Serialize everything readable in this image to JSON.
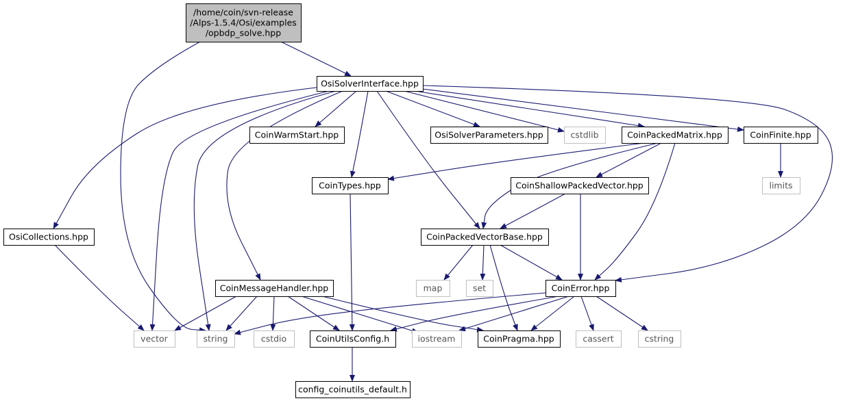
{
  "colors": {
    "edge": "#191970",
    "node_border": "#000000",
    "external_border": "#bfbfbf",
    "root_fill": "#bfbfbf",
    "node_fill": "#ffffff"
  },
  "nodes": [
    {
      "id": "root",
      "lines": [
        "/home/coin/svn-release",
        "/Alps-1.5.4/Osi/examples",
        "/opbdp_solve.hpp"
      ],
      "kind": "root"
    },
    {
      "id": "osisolverinterface",
      "lines": [
        "OsiSolverInterface.hpp"
      ],
      "kind": "file"
    },
    {
      "id": "coinwarmstart",
      "lines": [
        "CoinWarmStart.hpp"
      ],
      "kind": "file"
    },
    {
      "id": "osisolverparameters",
      "lines": [
        "OsiSolverParameters.hpp"
      ],
      "kind": "file"
    },
    {
      "id": "cstdlib",
      "lines": [
        "cstdlib"
      ],
      "kind": "external"
    },
    {
      "id": "coinpackedmatrix",
      "lines": [
        "CoinPackedMatrix.hpp"
      ],
      "kind": "file"
    },
    {
      "id": "coinfinite",
      "lines": [
        "CoinFinite.hpp"
      ],
      "kind": "file"
    },
    {
      "id": "limits",
      "lines": [
        "limits"
      ],
      "kind": "external"
    },
    {
      "id": "cointypes",
      "lines": [
        "CoinTypes.hpp"
      ],
      "kind": "file"
    },
    {
      "id": "coinshallowpackedvector",
      "lines": [
        "CoinShallowPackedVector.hpp"
      ],
      "kind": "file"
    },
    {
      "id": "osicollections",
      "lines": [
        "OsiCollections.hpp"
      ],
      "kind": "file"
    },
    {
      "id": "coinpackedvectorbase",
      "lines": [
        "CoinPackedVectorBase.hpp"
      ],
      "kind": "file"
    },
    {
      "id": "map",
      "lines": [
        "map"
      ],
      "kind": "external"
    },
    {
      "id": "set",
      "lines": [
        "set"
      ],
      "kind": "external"
    },
    {
      "id": "coinerror",
      "lines": [
        "CoinError.hpp"
      ],
      "kind": "file"
    },
    {
      "id": "coinmessagehandler",
      "lines": [
        "CoinMessageHandler.hpp"
      ],
      "kind": "file"
    },
    {
      "id": "vector",
      "lines": [
        "vector"
      ],
      "kind": "external"
    },
    {
      "id": "string",
      "lines": [
        "string"
      ],
      "kind": "external"
    },
    {
      "id": "cstdio",
      "lines": [
        "cstdio"
      ],
      "kind": "external"
    },
    {
      "id": "coinutilsconfig",
      "lines": [
        "CoinUtilsConfig.h"
      ],
      "kind": "file"
    },
    {
      "id": "iostream",
      "lines": [
        "iostream"
      ],
      "kind": "external"
    },
    {
      "id": "coinpragma",
      "lines": [
        "CoinPragma.hpp"
      ],
      "kind": "file"
    },
    {
      "id": "cassert",
      "lines": [
        "cassert"
      ],
      "kind": "external"
    },
    {
      "id": "cstring",
      "lines": [
        "cstring"
      ],
      "kind": "external"
    },
    {
      "id": "configcoinutilsdefault",
      "lines": [
        "config_coinutils_default.h"
      ],
      "kind": "file"
    }
  ],
  "edges": [
    [
      "root",
      "osisolverinterface"
    ],
    [
      "root",
      "string"
    ],
    [
      "osisolverinterface",
      "coinwarmstart"
    ],
    [
      "osisolverinterface",
      "osisolverparameters"
    ],
    [
      "osisolverinterface",
      "cstdlib"
    ],
    [
      "osisolverinterface",
      "coinpackedmatrix"
    ],
    [
      "osisolverinterface",
      "coinfinite"
    ],
    [
      "osisolverinterface",
      "cointypes"
    ],
    [
      "osisolverinterface",
      "coinpackedvectorbase"
    ],
    [
      "osisolverinterface",
      "coinerror"
    ],
    [
      "osisolverinterface",
      "osicollections"
    ],
    [
      "osisolverinterface",
      "coinmessagehandler"
    ],
    [
      "osisolverinterface",
      "vector"
    ],
    [
      "osisolverinterface",
      "string"
    ],
    [
      "coinfinite",
      "limits"
    ],
    [
      "coinpackedmatrix",
      "cointypes"
    ],
    [
      "coinpackedmatrix",
      "coinpackedvectorbase"
    ],
    [
      "coinpackedmatrix",
      "coinshallowpackedvector"
    ],
    [
      "coinpackedmatrix",
      "coinerror"
    ],
    [
      "coinshallowpackedvector",
      "coinpackedvectorbase"
    ],
    [
      "coinshallowpackedvector",
      "coinerror"
    ],
    [
      "cointypes",
      "coinutilsconfig"
    ],
    [
      "osicollections",
      "vector"
    ],
    [
      "coinpackedvectorbase",
      "map"
    ],
    [
      "coinpackedvectorbase",
      "set"
    ],
    [
      "coinpackedvectorbase",
      "coinerror"
    ],
    [
      "coinpackedvectorbase",
      "coinpragma"
    ],
    [
      "coinerror",
      "string"
    ],
    [
      "coinerror",
      "coinutilsconfig"
    ],
    [
      "coinerror",
      "iostream"
    ],
    [
      "coinerror",
      "coinpragma"
    ],
    [
      "coinerror",
      "cassert"
    ],
    [
      "coinerror",
      "cstring"
    ],
    [
      "coinmessagehandler",
      "vector"
    ],
    [
      "coinmessagehandler",
      "string"
    ],
    [
      "coinmessagehandler",
      "cstdio"
    ],
    [
      "coinmessagehandler",
      "coinutilsconfig"
    ],
    [
      "coinmessagehandler",
      "iostream"
    ],
    [
      "coinmessagehandler",
      "coinpragma"
    ],
    [
      "coinutilsconfig",
      "configcoinutilsdefault"
    ]
  ]
}
